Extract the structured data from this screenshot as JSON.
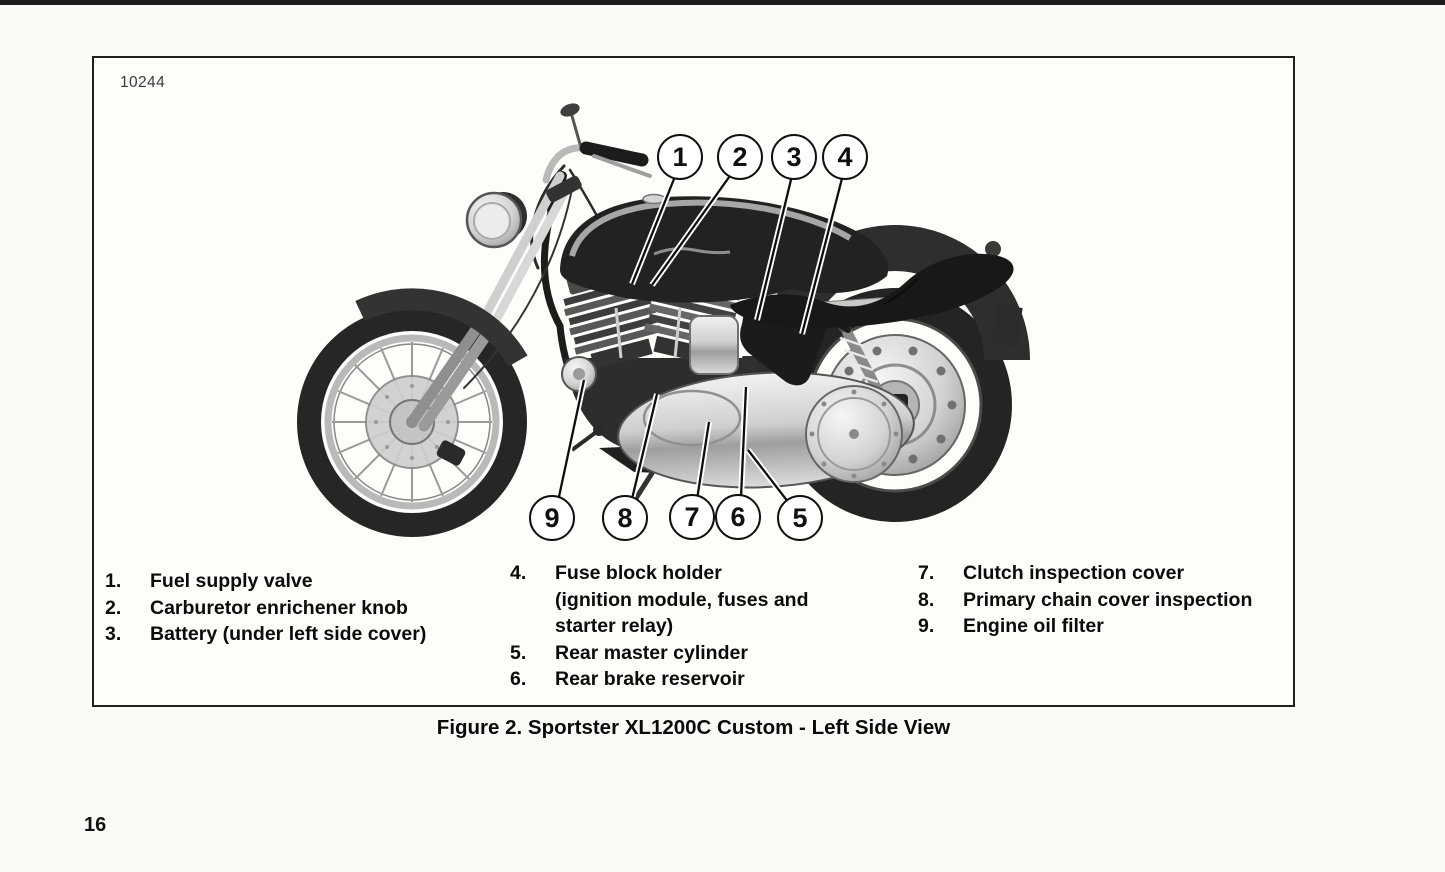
{
  "page": {
    "photo_id": "10244",
    "caption": "Figure 2. Sportster XL1200C Custom - Left Side View",
    "page_number": "16"
  },
  "figure": {
    "description": "Black-and-white left side view photograph of a Sportster XL1200C Custom motorcycle with nine numbered callout circles",
    "callouts": [
      {
        "label": "1"
      },
      {
        "label": "2"
      },
      {
        "label": "3"
      },
      {
        "label": "4"
      },
      {
        "label": "5"
      },
      {
        "label": "6"
      },
      {
        "label": "7"
      },
      {
        "label": "8"
      },
      {
        "label": "9"
      }
    ]
  },
  "legend": {
    "columns": [
      {
        "items": [
          {
            "num": "1.",
            "text": "Fuel supply valve"
          },
          {
            "num": "2.",
            "text": "Carburetor enrichener knob"
          },
          {
            "num": "3.",
            "text": "Battery (under left side cover)"
          }
        ]
      },
      {
        "items": [
          {
            "num": "4.",
            "text": "Fuse block holder\n(ignition module, fuses and\nstarter relay)"
          },
          {
            "num": "5.",
            "text": "Rear master cylinder"
          },
          {
            "num": "6.",
            "text": "Rear brake reservoir"
          }
        ]
      },
      {
        "items": [
          {
            "num": "7.",
            "text": "Clutch inspection cover"
          },
          {
            "num": "8.",
            "text": "Primary chain cover inspection"
          },
          {
            "num": "9.",
            "text": "Engine oil filter"
          }
        ]
      }
    ]
  }
}
